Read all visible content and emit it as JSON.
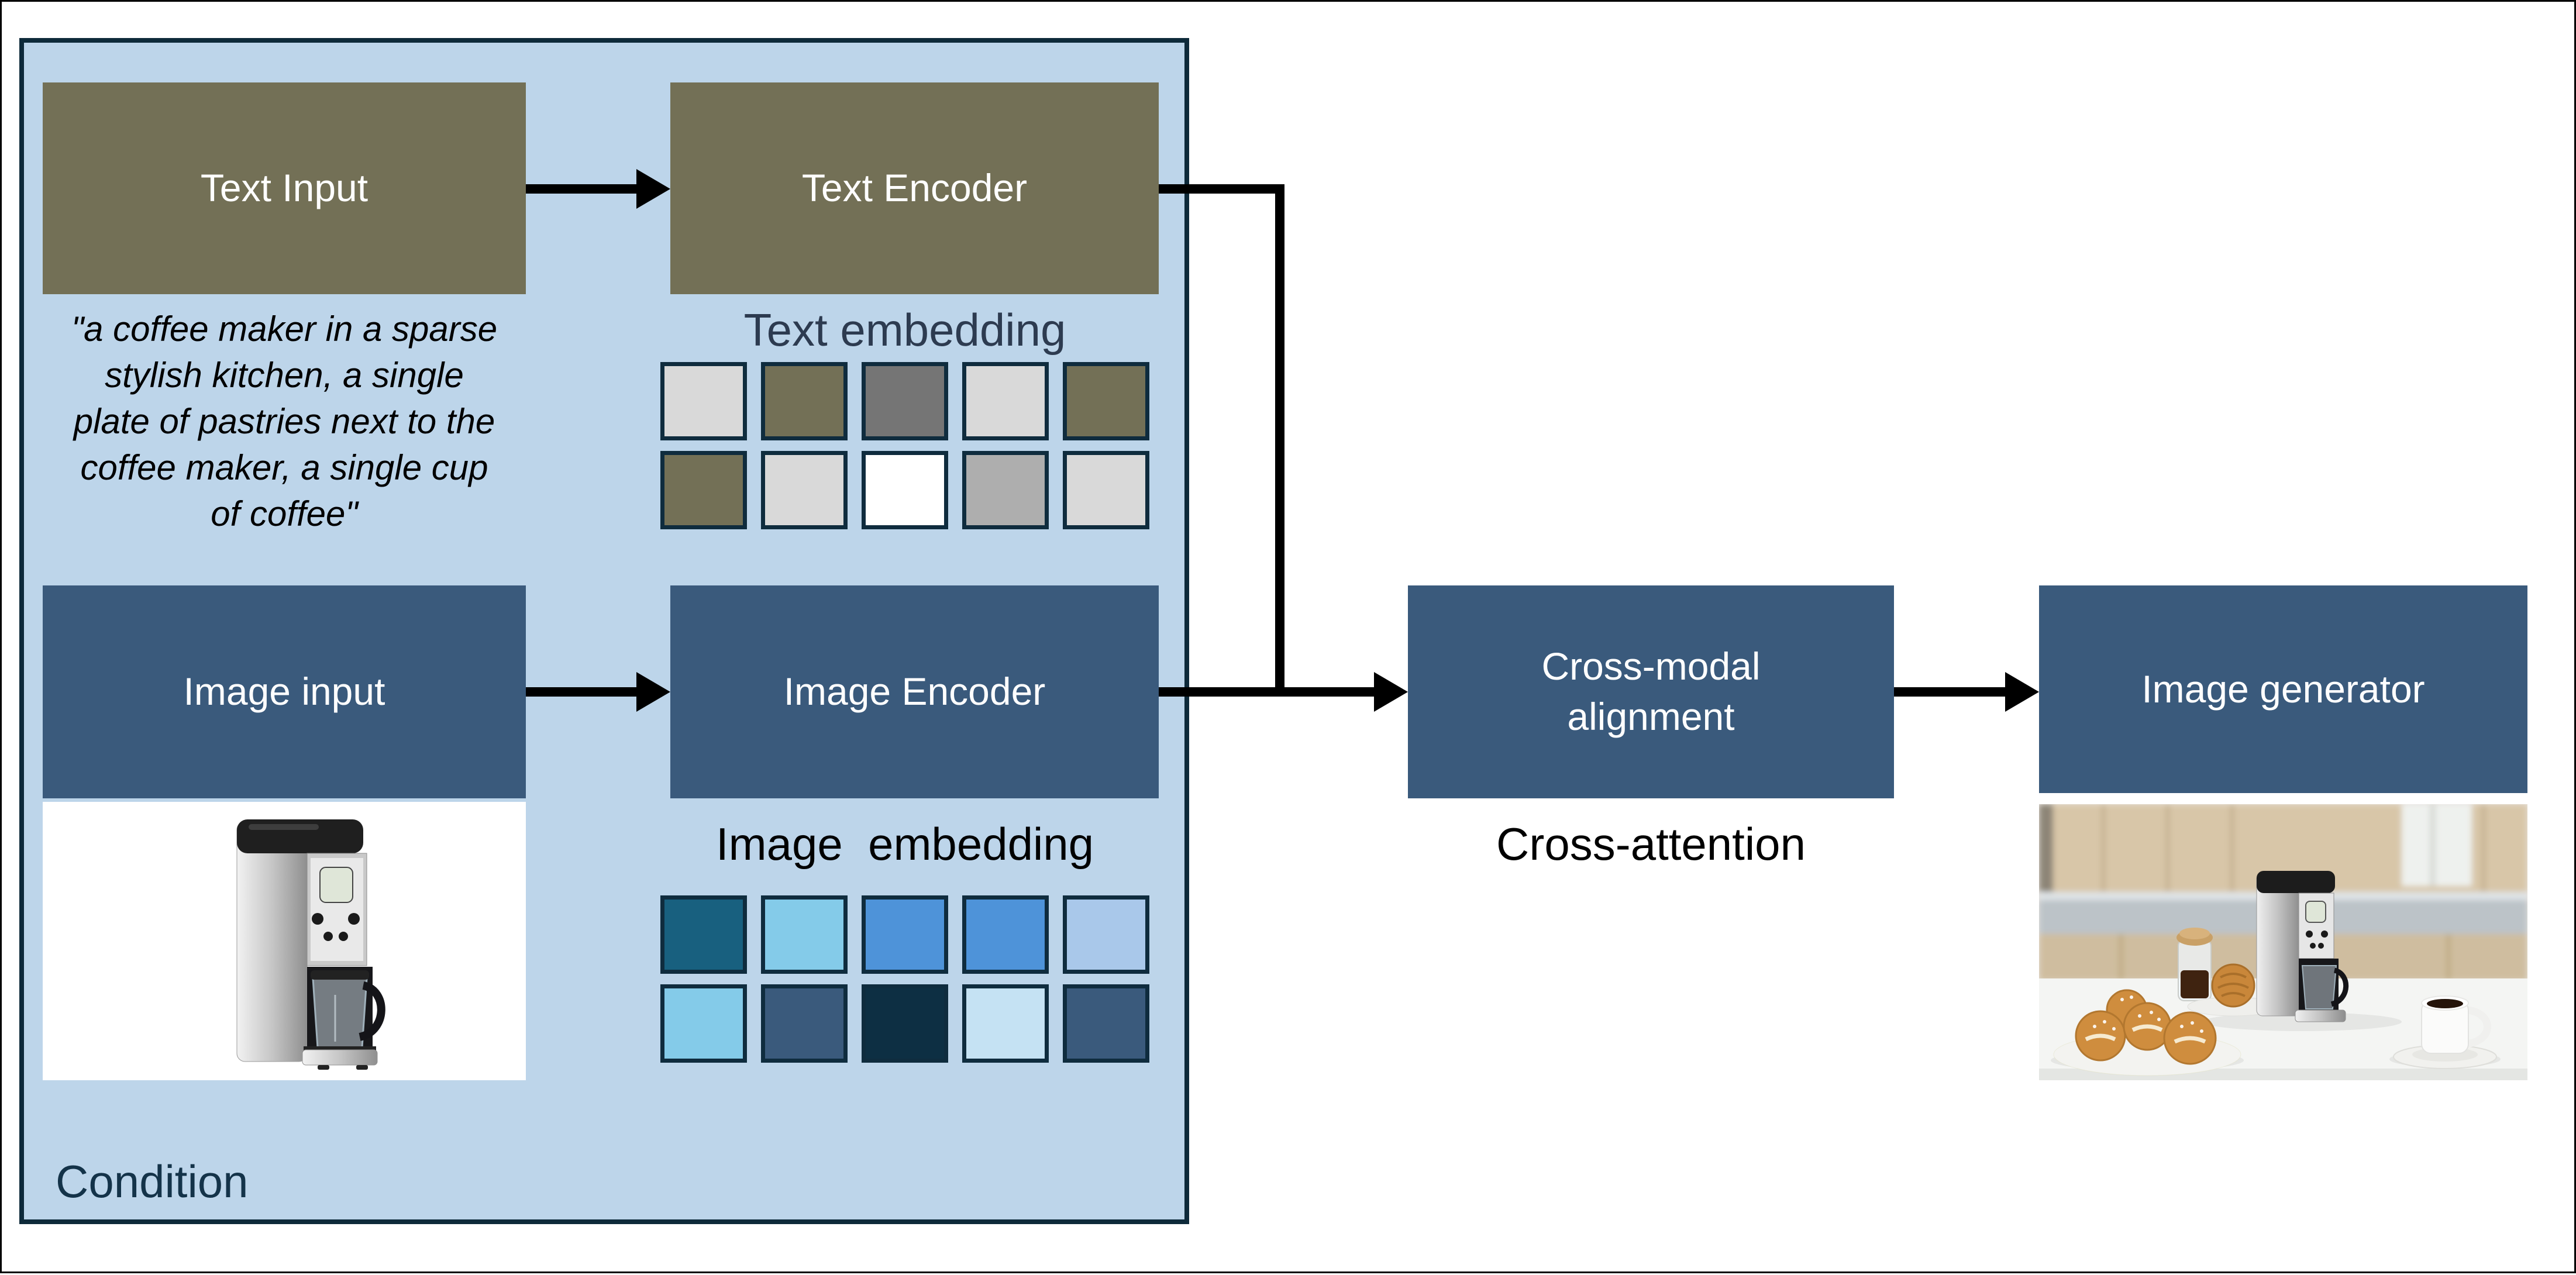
{
  "page": {
    "background": "#ffffff",
    "frame_color": "#000000",
    "connector_color": "#000000"
  },
  "condition_group": {
    "label": "Condition",
    "label_color": "#143349",
    "bg": "#bdd5ea",
    "border_color": "#0e2a3a"
  },
  "nodes": {
    "text_input": {
      "label": "Text Input",
      "bg": "#737056",
      "text_color": "#ffffff"
    },
    "text_encoder": {
      "label": "Text Encoder",
      "bg": "#737056",
      "text_color": "#ffffff"
    },
    "image_input": {
      "label": "Image input",
      "bg": "#3a5a7c",
      "text_color": "#ffffff"
    },
    "image_encoder": {
      "label": "Image Encoder",
      "bg": "#3a5a7c",
      "text_color": "#ffffff"
    },
    "cross_modal": {
      "lines": [
        "Cross-modal",
        "alignment"
      ],
      "bg": "#3a5a7c",
      "text_color": "#ffffff"
    },
    "image_generator": {
      "label": "Image generator",
      "bg": "#3a5a7c",
      "text_color": "#ffffff"
    }
  },
  "prompt": {
    "lines": [
      "\"a coffee maker in a sparse",
      "stylish kitchen, a single",
      "plate of pastries next to the",
      "coffee maker, a single cup",
      "of coffee\""
    ]
  },
  "sections": {
    "text_embedding": {
      "label": "Text embedding",
      "label_color": "#2d3b50",
      "cell_border": "#0f2c3e",
      "cells": [
        [
          "#d9d9d9",
          "#737056",
          "#757575",
          "#d9d9d9",
          "#737056"
        ],
        [
          "#737056",
          "#d9d9d9",
          "#ffffff",
          "#aeaeae",
          "#d9d9d9"
        ]
      ]
    },
    "image_embedding": {
      "label": "Image  embedding",
      "label_color": "#000000",
      "cell_border": "#0f2c3e",
      "cells": [
        [
          "#18607f",
          "#84cbe9",
          "#4e93d9",
          "#4e93d9",
          "#a9c8ea"
        ],
        [
          "#84cbe9",
          "#3a5a7c",
          "#0d2f43",
          "#c5e2f3",
          "#3a5a7c"
        ]
      ]
    },
    "cross_attention": {
      "label": "Cross-attention",
      "label_color": "#000000"
    }
  },
  "images": {
    "input_photo_alt": "coffee maker product photo on white background",
    "output_photo_alt": "generated image: coffee maker in a kitchen with a plate of pastries and a cup of coffee"
  }
}
